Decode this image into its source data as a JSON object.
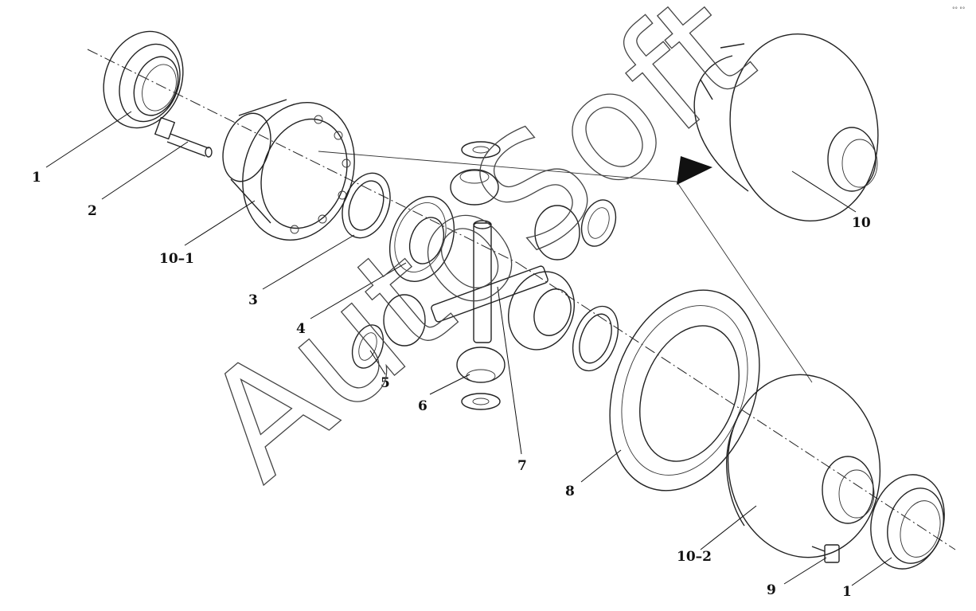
{
  "watermark": {
    "text": "AutoSoft",
    "corner_mark": "°° °°"
  },
  "labels": [
    {
      "id": "l1a",
      "text": "1"
    },
    {
      "id": "l2",
      "text": "2"
    },
    {
      "id": "l10_1",
      "text": "10–1"
    },
    {
      "id": "l3",
      "text": "3"
    },
    {
      "id": "l4",
      "text": "4"
    },
    {
      "id": "l5",
      "text": "5"
    },
    {
      "id": "l6",
      "text": "6"
    },
    {
      "id": "l7",
      "text": "7"
    },
    {
      "id": "l8",
      "text": "8"
    },
    {
      "id": "l10",
      "text": "10"
    },
    {
      "id": "l10_2",
      "text": "10–2"
    },
    {
      "id": "l9",
      "text": "9"
    },
    {
      "id": "l1b",
      "text": "1"
    }
  ]
}
